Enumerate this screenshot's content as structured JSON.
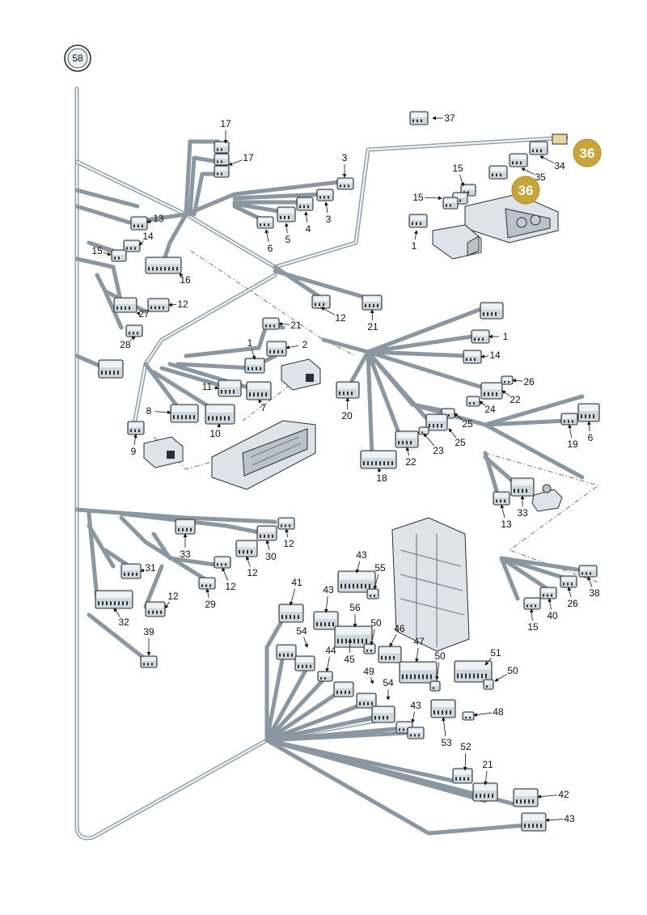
{
  "reference_number": "58",
  "highlight_label": "36",
  "callouts": [
    "37",
    "34",
    "35",
    "15",
    "15",
    "1",
    "17",
    "17",
    "3",
    "3",
    "4",
    "5",
    "6",
    "13",
    "14",
    "15",
    "16",
    "12",
    "27",
    "28",
    "12",
    "21",
    "21",
    "2",
    "1",
    "11",
    "7",
    "8",
    "10",
    "9",
    "1",
    "14",
    "26",
    "22",
    "24",
    "25",
    "25",
    "23",
    "22",
    "20",
    "18",
    "19",
    "6",
    "33",
    "13",
    "33",
    "12",
    "30",
    "12",
    "12",
    "31",
    "12",
    "29",
    "32",
    "39",
    "38",
    "26",
    "40",
    "15",
    "41",
    "43",
    "43",
    "55",
    "56",
    "50",
    "54",
    "44",
    "45",
    "46",
    "49",
    "47",
    "50",
    "51",
    "50",
    "54",
    "43",
    "48",
    "53",
    "52",
    "21",
    "42",
    "43",
    "21"
  ],
  "colors": {
    "highlight": "#c9a43a",
    "wire": "#8a96a0",
    "connector": "#cfd6dc",
    "ink": "#111111"
  }
}
